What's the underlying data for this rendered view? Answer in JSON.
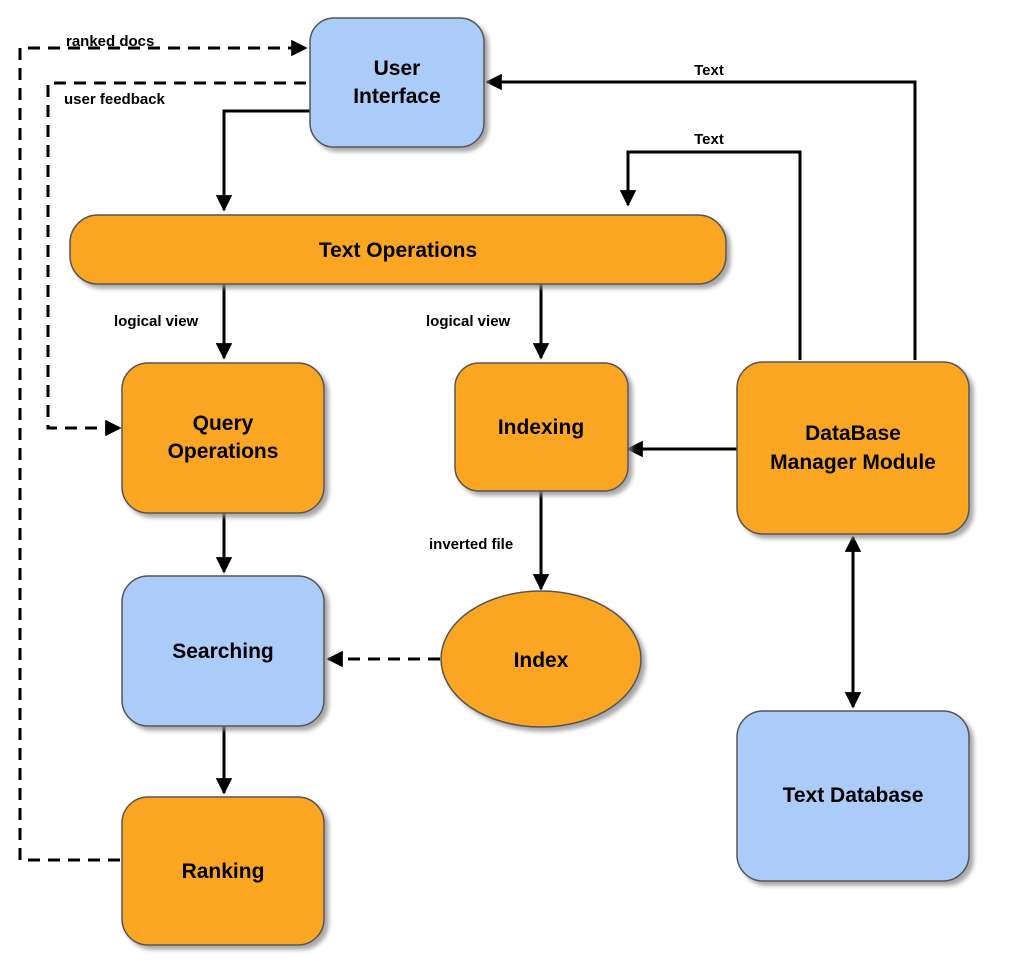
{
  "colors": {
    "orange": "#FBA623",
    "blue": "#ABCBF9",
    "stroke": "#555555",
    "shadow": "#9a9a9a"
  },
  "nodes": {
    "user_interface": {
      "lines": [
        "User",
        "Interface"
      ],
      "color": "blue"
    },
    "text_operations": {
      "lines": [
        "Text Operations"
      ],
      "color": "orange"
    },
    "query_operations": {
      "lines": [
        "Query",
        "Operations"
      ],
      "color": "orange"
    },
    "indexing": {
      "lines": [
        "Indexing"
      ],
      "color": "orange"
    },
    "dbms": {
      "lines": [
        "DataBase",
        "Manager Module"
      ],
      "color": "orange"
    },
    "searching": {
      "lines": [
        "Searching"
      ],
      "color": "blue"
    },
    "index": {
      "lines": [
        "Index"
      ],
      "color": "orange"
    },
    "ranking": {
      "lines": [
        "Ranking"
      ],
      "color": "orange"
    },
    "text_database": {
      "lines": [
        "Text Database"
      ],
      "color": "blue"
    }
  },
  "edges": {
    "ranked_docs": {
      "label": "ranked docs",
      "from": "ranking",
      "to": "user_interface",
      "style": "dashed"
    },
    "user_feedback": {
      "label": "user feedback",
      "from": "user_interface",
      "to": "query_operations",
      "style": "dashed"
    },
    "ui_to_textops": {
      "label": "",
      "from": "user_interface",
      "to": "text_operations",
      "style": "solid"
    },
    "db_to_ui_text": {
      "label": "Text",
      "from": "dbms",
      "to": "user_interface",
      "style": "solid"
    },
    "db_to_textops": {
      "label": "Text",
      "from": "dbms",
      "to": "text_operations",
      "style": "solid"
    },
    "logical_view_q": {
      "label": "logical view",
      "from": "text_operations",
      "to": "query_operations",
      "style": "solid"
    },
    "logical_view_i": {
      "label": "logical view",
      "from": "text_operations",
      "to": "indexing",
      "style": "solid"
    },
    "db_to_indexing": {
      "label": "",
      "from": "dbms",
      "to": "indexing",
      "style": "solid"
    },
    "inverted_file": {
      "label": "inverted file",
      "from": "indexing",
      "to": "index",
      "style": "solid"
    },
    "query_to_search": {
      "label": "",
      "from": "query_operations",
      "to": "searching",
      "style": "solid"
    },
    "index_to_search": {
      "label": "",
      "from": "index",
      "to": "searching",
      "style": "dashed"
    },
    "search_to_rank": {
      "label": "",
      "from": "searching",
      "to": "ranking",
      "style": "solid"
    },
    "db_textdb": {
      "label": "",
      "from": "dbms",
      "to": "text_database",
      "style": "solid-bidirectional"
    }
  }
}
